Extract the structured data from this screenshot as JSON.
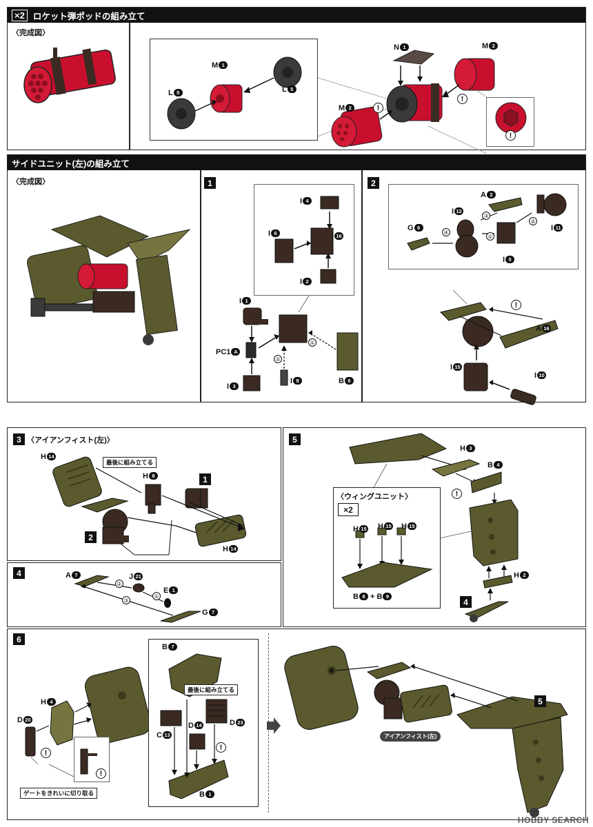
{
  "rocket": {
    "qty": "×2",
    "title": "ロケット弾ポッドの組み立て",
    "completed": "〈完成図〉",
    "parts": {
      "L5a": {
        "p": "L",
        "n": "5"
      },
      "M1": {
        "p": "M",
        "n": "1"
      },
      "L5b": {
        "p": "L",
        "n": "5"
      },
      "N1": {
        "p": "N",
        "n": "1"
      },
      "M2a": {
        "p": "M",
        "n": "2"
      },
      "M2b": {
        "p": "M",
        "n": "2"
      }
    }
  },
  "side": {
    "title": "サイドユニット(左)の組み立て",
    "completed": "〈完成図〉"
  },
  "step1": {
    "num": "1",
    "parts": {
      "I4": {
        "p": "I",
        "n": "4"
      },
      "I6": {
        "p": "I",
        "n": "6"
      },
      "I16": {
        "p": "I",
        "n": "16"
      },
      "I2": {
        "p": "I",
        "n": "2"
      },
      "I1": {
        "p": "I",
        "n": "1"
      },
      "PC1A": {
        "p": "PC1",
        "n": "A"
      },
      "I3": {
        "p": "I",
        "n": "3"
      },
      "I8": {
        "p": "I",
        "n": "8"
      },
      "B6": {
        "p": "B",
        "n": "6"
      }
    },
    "order": [
      "①",
      "②"
    ]
  },
  "step2": {
    "num": "2",
    "parts": {
      "A2": {
        "p": "A",
        "n": "2"
      },
      "I12": {
        "p": "I",
        "n": "12"
      },
      "G6": {
        "p": "G",
        "n": "6"
      },
      "I5": {
        "p": "I",
        "n": "5"
      },
      "I11": {
        "p": "I",
        "n": "11"
      },
      "A16": {
        "p": "A",
        "n": "16"
      },
      "I15": {
        "p": "I",
        "n": "15"
      },
      "I10": {
        "p": "I",
        "n": "10"
      }
    },
    "order": [
      "①",
      "②",
      "③",
      "④"
    ]
  },
  "step3": {
    "num": "3",
    "title": "〈アイアンフィスト(左)〉",
    "note": "最後に組み立てる",
    "ref1": "1",
    "ref2": "2",
    "parts": {
      "H14a": {
        "p": "H",
        "n": "14"
      },
      "H8": {
        "p": "H",
        "n": "8"
      },
      "H14b": {
        "p": "H",
        "n": "14"
      }
    }
  },
  "step4": {
    "num": "4",
    "parts": {
      "A7": {
        "p": "A",
        "n": "7"
      },
      "J21": {
        "p": "J",
        "n": "21"
      },
      "E1": {
        "p": "E",
        "n": "1"
      },
      "G7": {
        "p": "G",
        "n": "7"
      }
    },
    "order": [
      "①",
      "②",
      "③"
    ]
  },
  "step5": {
    "num": "5",
    "wing_title": "〈ウィングユニット〉",
    "wing_qty": "×2",
    "ref4": "4",
    "parts": {
      "H3": {
        "p": "H",
        "n": "3"
      },
      "B4": {
        "p": "B",
        "n": "4"
      },
      "H2": {
        "p": "H",
        "n": "2"
      },
      "H15a": {
        "p": "H",
        "n": "15"
      },
      "H15b": {
        "p": "H",
        "n": "15"
      },
      "H15c": {
        "p": "H",
        "n": "15"
      }
    },
    "combo": {
      "b8": {
        "p": "B",
        "n": "8"
      },
      "plus": "+",
      "b9": {
        "p": "B",
        "n": "9"
      }
    }
  },
  "step6": {
    "num": "6",
    "note_last": "最後に組み立てる",
    "note_gate": "ゲートをきれいに切り取る",
    "fist_label": "アイアンフィスト(左)",
    "ref5": "5",
    "parts": {
      "H4": {
        "p": "H",
        "n": "4"
      },
      "D20": {
        "p": "D",
        "n": "20"
      },
      "B7": {
        "p": "B",
        "n": "7"
      },
      "C13": {
        "p": "C",
        "n": "13"
      },
      "D14": {
        "p": "D",
        "n": "14"
      },
      "D23": {
        "p": "D",
        "n": "23"
      },
      "B1": {
        "p": "B",
        "n": "1"
      }
    }
  },
  "watermark": "HOBBY SEARCH",
  "colors": {
    "olive": "#5b5a2e",
    "olive_light": "#77753f",
    "red": "#c8102e",
    "dark": "#3a2a22"
  }
}
